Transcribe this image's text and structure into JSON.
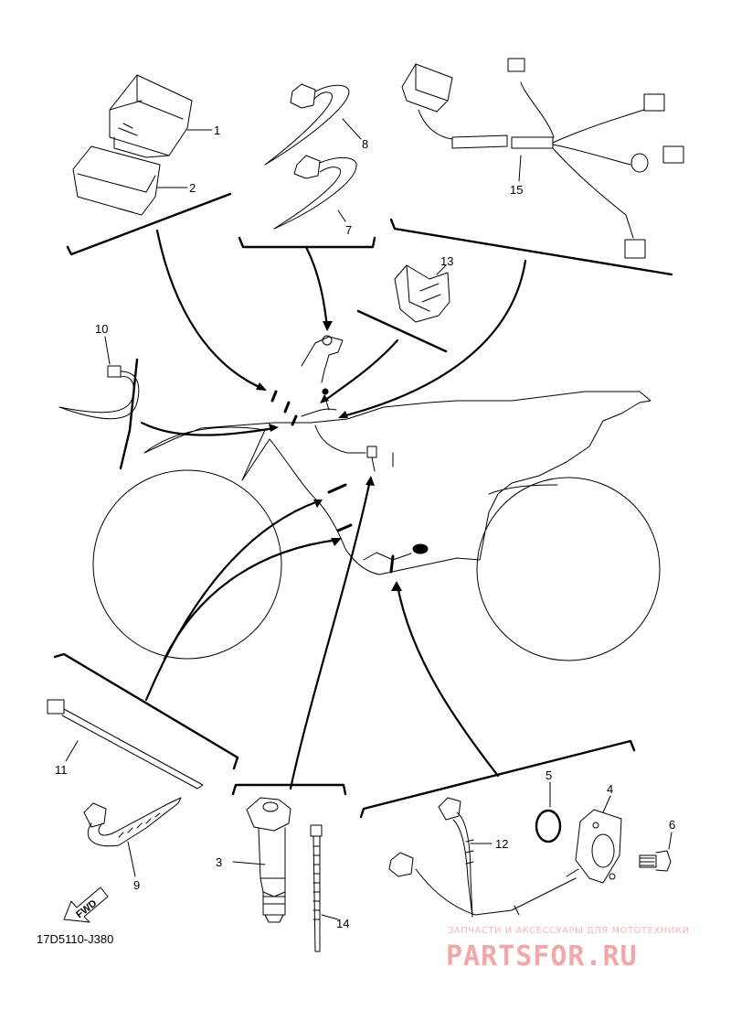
{
  "diagram_code": "17D5110-J380",
  "fwd_label": "FWD",
  "watermark": {
    "tagline": "ЗАПЧАСТИ И АКСЕССУАРЫ ДЛЯ МОТОТЕХНИКИ",
    "brand": "PARTSFOR.RU"
  },
  "callouts": {
    "c1": "1",
    "c2": "2",
    "c3": "3",
    "c4": "4",
    "c5": "5",
    "c6": "6",
    "c7": "7",
    "c8": "8",
    "c9": "9",
    "c10": "10",
    "c11": "11",
    "c12": "12",
    "c13": "13",
    "c14": "14",
    "c15": "15"
  },
  "colors": {
    "line": "#000000",
    "watermark": "#f0a8a8"
  }
}
